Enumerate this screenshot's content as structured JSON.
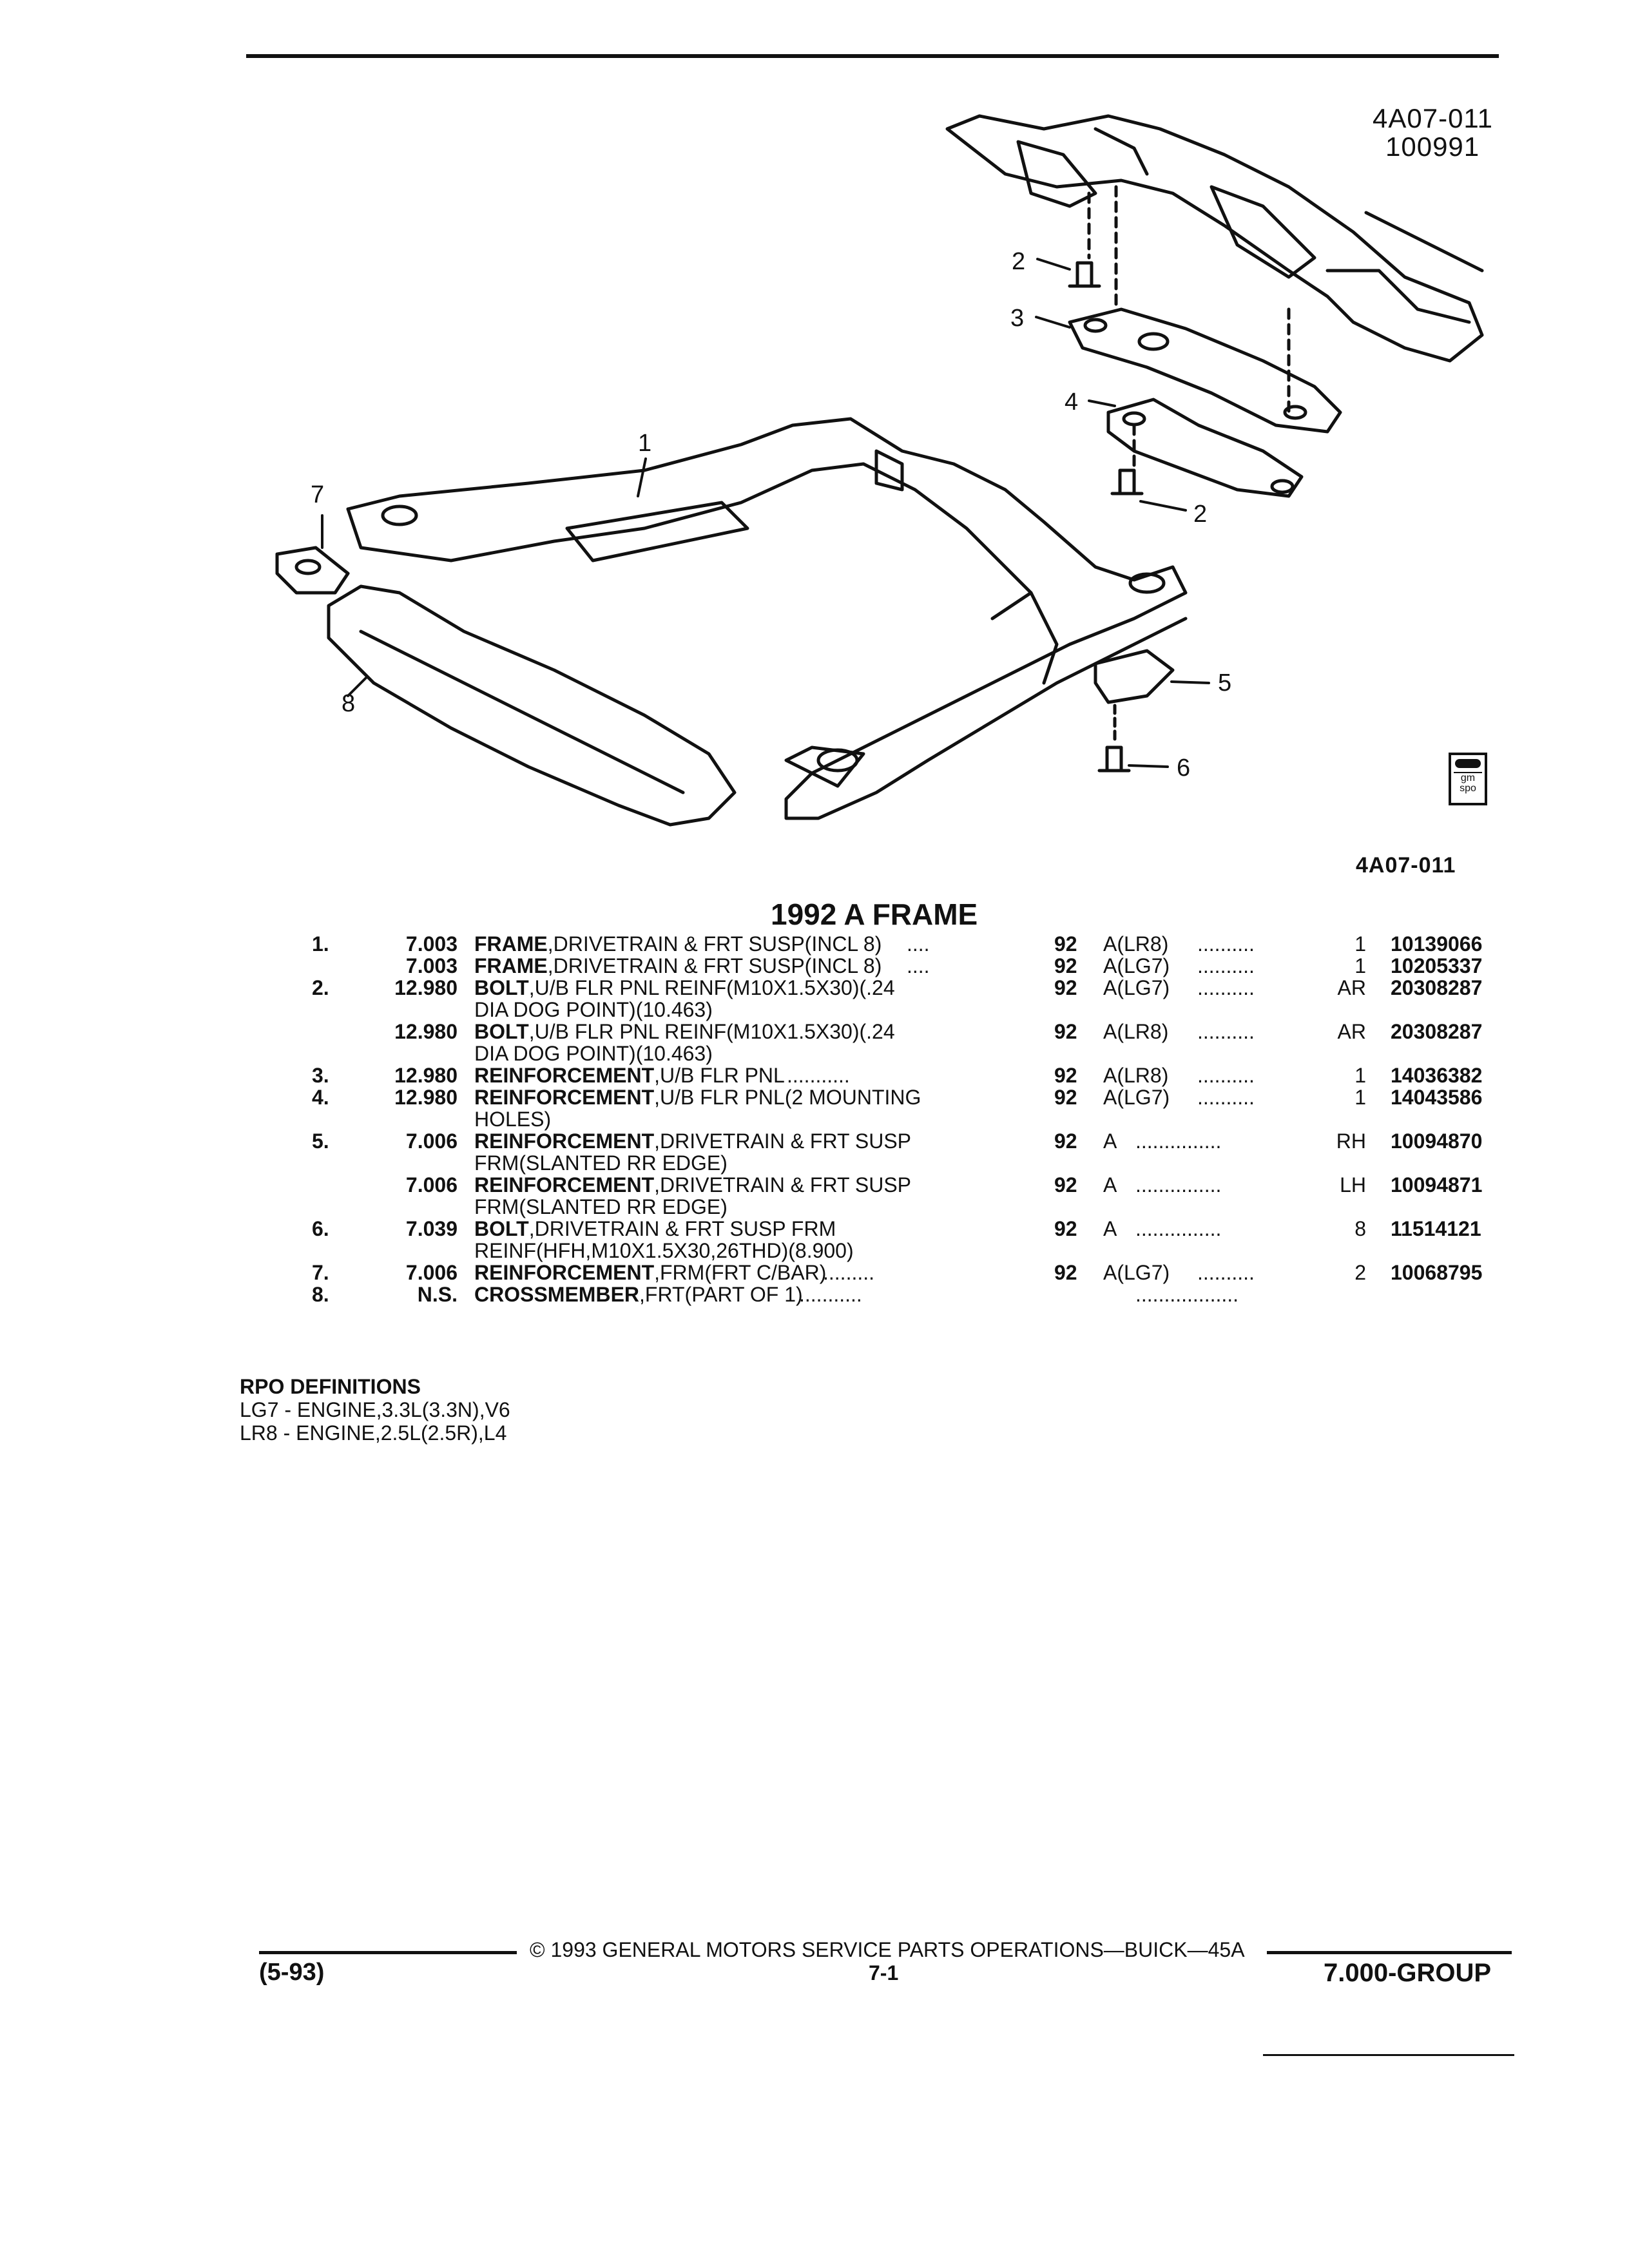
{
  "diagram": {
    "code_top": "4A07-011",
    "date_code": "100991",
    "code_bottom": "4A07-011",
    "logo_text": "gm spo",
    "callouts": [
      "1",
      "2",
      "3",
      "4",
      "2",
      "5",
      "6",
      "7",
      "8"
    ]
  },
  "title": "1992 A FRAME",
  "parts": [
    {
      "item": "1.",
      "group": "7.003",
      "name": "FRAME",
      "desc": ",DRIVETRAIN & FRT SUSP(INCL 8)",
      "desc2": "",
      "leader": "....",
      "year": "92",
      "model": "A(LR8)",
      "mdots": "..........",
      "qty": "1",
      "pn": "10139066"
    },
    {
      "item": "",
      "group": "7.003",
      "name": "FRAME",
      "desc": ",DRIVETRAIN & FRT SUSP(INCL 8)",
      "desc2": "",
      "leader": "....",
      "year": "92",
      "model": "A(LG7)",
      "mdots": "..........",
      "qty": "1",
      "pn": "10205337"
    },
    {
      "item": "2.",
      "group": "12.980",
      "name": "BOLT",
      "desc": ",U/B FLR PNL REINF(M10X1.5X30)(.24",
      "desc2": "DIA DOG POINT)(10.463)",
      "leader": "",
      "year": "92",
      "model": "A(LG7)",
      "mdots": "..........",
      "qty": "AR",
      "pn": "20308287"
    },
    {
      "item": "",
      "group": "12.980",
      "name": "BOLT",
      "desc": ",U/B FLR PNL REINF(M10X1.5X30)(.24",
      "desc2": "DIA DOG POINT)(10.463)",
      "leader": "",
      "year": "92",
      "model": "A(LR8)",
      "mdots": "..........",
      "qty": "AR",
      "pn": "20308287"
    },
    {
      "item": "3.",
      "group": "12.980",
      "name": "REINFORCEMENT",
      "desc": ",U/B FLR PNL",
      "desc2": "",
      "leader": "...........",
      "year": "92",
      "model": "A(LR8)",
      "mdots": "..........",
      "qty": "1",
      "pn": "14036382"
    },
    {
      "item": "4.",
      "group": "12.980",
      "name": "REINFORCEMENT",
      "desc": ",U/B FLR PNL(2 MOUNTING",
      "desc2": "HOLES)",
      "leader": "",
      "year": "92",
      "model": "A(LG7)",
      "mdots": "..........",
      "qty": "1",
      "pn": "14043586"
    },
    {
      "item": "5.",
      "group": "7.006",
      "name": "REINFORCEMENT",
      "desc": ",DRIVETRAIN & FRT SUSP",
      "desc2": "FRM(SLANTED RR EDGE)",
      "leader": "",
      "year": "92",
      "model": "A",
      "mdots": "...............",
      "qty": "RH",
      "pn": "10094870"
    },
    {
      "item": "",
      "group": "7.006",
      "name": "REINFORCEMENT",
      "desc": ",DRIVETRAIN & FRT SUSP",
      "desc2": "FRM(SLANTED RR EDGE)",
      "leader": "",
      "year": "92",
      "model": "A",
      "mdots": "...............",
      "qty": "LH",
      "pn": "10094871"
    },
    {
      "item": "6.",
      "group": "7.039",
      "name": "BOLT",
      "desc": ",DRIVETRAIN & FRT SUSP FRM",
      "desc2": "REINF(HFH,M10X1.5X30,26THD)(8.900)",
      "leader": "",
      "year": "92",
      "model": "A",
      "mdots": "...............",
      "qty": "8",
      "pn": "11514121"
    },
    {
      "item": "7.",
      "group": "7.006",
      "name": "REINFORCEMENT",
      "desc": ",FRM(FRT C/BAR)",
      "desc2": "",
      "leader": ".........",
      "year": "92",
      "model": "A(LG7)",
      "mdots": "..........",
      "qty": "2",
      "pn": "10068795"
    },
    {
      "item": "8.",
      "group": "N.S.",
      "name": "CROSSMEMBER",
      "desc": ",FRT(PART OF 1)",
      "desc2": "",
      "leader": "...........",
      "year": "",
      "model": "",
      "mdots": "..................",
      "qty": "",
      "pn": ""
    }
  ],
  "rpo": {
    "heading": "RPO DEFINITIONS",
    "lines": [
      "LG7 - ENGINE,3.3L(3.3N),V6",
      "LR8 - ENGINE,2.5L(2.5R),L4"
    ]
  },
  "footer": {
    "copyright": "© 1993 GENERAL MOTORS SERVICE PARTS OPERATIONS—BUICK—45A",
    "date": "(5-93)",
    "page": "7-1",
    "group": "7.000-GROUP"
  }
}
